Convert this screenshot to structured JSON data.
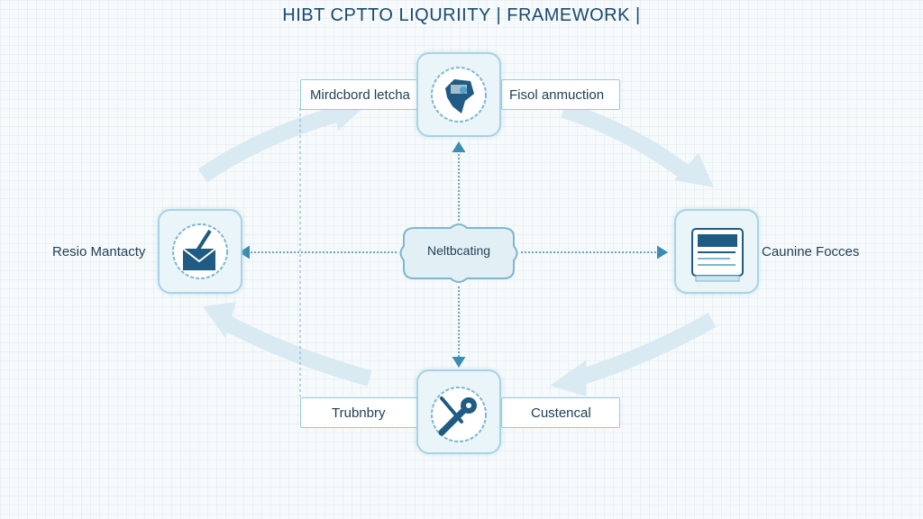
{
  "diagram": {
    "title": "HIBT CPTTO LIQURIITY | FRAMEWORK |",
    "center": {
      "label": "Neltbcating"
    },
    "nodes": {
      "top": {
        "label": "Mirdcbord letcha",
        "label_right": "Fisol anmuction",
        "icon": "seal-gear-icon"
      },
      "left": {
        "label": "Resio Mantacty",
        "icon": "envelope-pen-icon"
      },
      "right": {
        "label": "Caunine Focces",
        "icon": "document-stack-icon"
      },
      "bottom": {
        "label": "Trubnbry",
        "label_right": "Custencal",
        "icon": "wrench-key-icon"
      }
    },
    "colors": {
      "accent": "#2a7ea6",
      "node_fill": "#eaf5fa",
      "node_border": "#a8d2e6",
      "arrow": "#d6e9f1"
    }
  }
}
